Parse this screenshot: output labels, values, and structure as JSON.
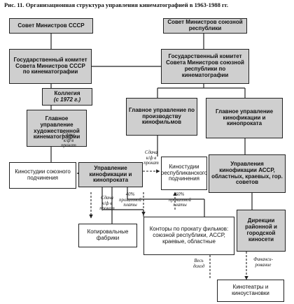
{
  "title": "Рис. 11. Организационная структура управления кинематографией в 1963-1988 гг.",
  "nodes": {
    "sovmin_ussr": "Совет Министров СССР",
    "sovmin_rep": "Совет Министров союзной республики",
    "goskino_ussr": "Государственный комитет Совета Министров СССР по кинематографии",
    "goskino_rep": "Государственный комитет Совета Министров союзной республики по кинематографии",
    "kollegia": "Коллегия",
    "kollegia_year": "(с 1972 г.)",
    "gu_film": "Главное управление художественной кинематографии",
    "gu_production": "Главное управление по производству кинофильмов",
    "gu_kinofik": "Главное управление кинофикации и кинопроката",
    "studios_union": "Киностудии союзного подчинения",
    "upr_kinofik": "Управление кинофикации и кинопроката",
    "studios_rep": "Киностудии республиканского подчинения",
    "upr_assr": "Управления кинофикации АССР, областных, краевых, гор. советов",
    "copy_factories": "Копировальные фабрики",
    "kontory": "Конторы по прокату фильмов: союзной республики, АССР, краевые, областные",
    "direkcii": "Дирекции районной и городской киносети",
    "kinoteatry": "Кинотеатры и киноустановки"
  },
  "labels": {
    "sdacha1": "Сдача\nк/ф в\nпрокат",
    "sdacha2": "Сдача\nк/ф в\nпрокат",
    "sdacha3": "Сдача\nк/ф в\nпрокат",
    "pct40": "40%\nпрокатной\nплаты",
    "pct60": "60%\nпрокатной\nплаты",
    "ves_dohod": "Весь\nдоход",
    "finansirovanie": "Финанси-\nрование"
  }
}
